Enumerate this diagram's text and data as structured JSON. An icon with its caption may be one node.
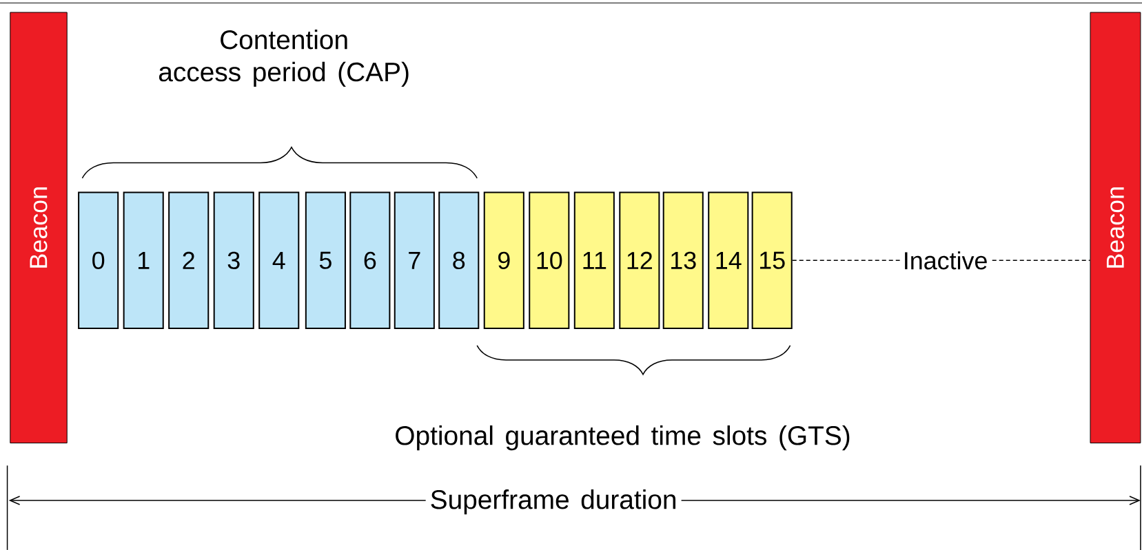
{
  "diagram": {
    "nodes": [
      {
        "text": [
          "Beacon"
        ]
      },
      {
        "text": [
          "0"
        ]
      },
      {
        "text": [
          "1"
        ]
      },
      {
        "text": [
          "2"
        ]
      },
      {
        "text": [
          "3"
        ]
      },
      {
        "text": [
          "4"
        ]
      },
      {
        "text": [
          "5"
        ]
      },
      {
        "text": [
          "6"
        ]
      },
      {
        "text": [
          "7"
        ]
      },
      {
        "text": [
          "8"
        ]
      },
      {
        "text": [
          "9"
        ]
      },
      {
        "text": [
          "10"
        ]
      },
      {
        "text": [
          "11"
        ]
      },
      {
        "text": [
          "12"
        ]
      },
      {
        "text": [
          "13"
        ]
      },
      {
        "text": [
          "14"
        ]
      },
      {
        "text": [
          "15"
        ]
      },
      {
        "text": [
          "Beacon"
        ]
      }
    ],
    "edges": [
      {
        "from": 16,
        "to": 17,
        "arrow": "none",
        "label": "Inactive",
        "style": "dashed"
      }
    ],
    "labels": [
      "Contention access period (CAP)",
      "Optional guaranteed time slots (GTS)",
      "Superframe duration"
    ]
  }
}
